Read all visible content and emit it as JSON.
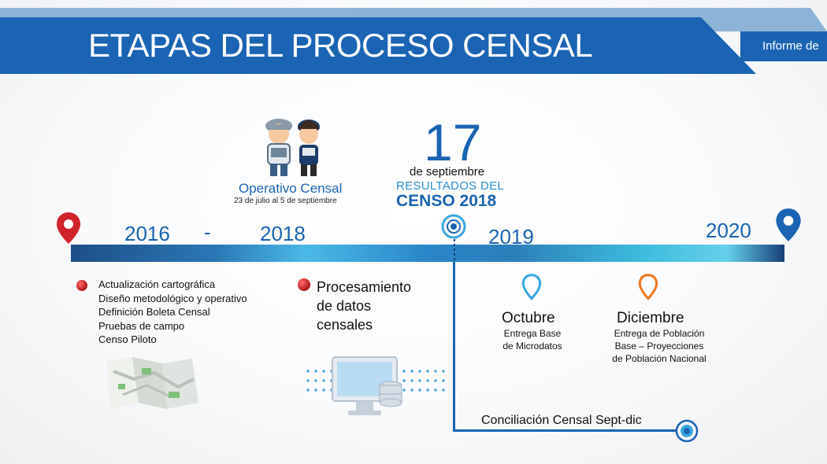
{
  "header": {
    "title": "ETAPAS DEL PROCESO CENSAL",
    "report_label": "Informe de"
  },
  "timeline": {
    "years": [
      "2016",
      "-",
      "2018",
      "2019",
      "2020"
    ]
  },
  "operativo": {
    "title": "Operativo Censal",
    "dates": "23 de julio al 5 de septiembre"
  },
  "census_day": {
    "day": "17",
    "month": "de septiembre",
    "results_line1": "RESULTADOS DEL",
    "results_line2": "CENSO 2018"
  },
  "stage1": {
    "items": [
      "Actualización cartográfica",
      "Diseño metodológico y operativo",
      "Definición Boleta Censal",
      "Pruebas de campo",
      "Censo Piloto"
    ]
  },
  "stage2": {
    "lines": [
      "Procesamiento",
      "de datos",
      "censales"
    ]
  },
  "october": {
    "title": "Octubre",
    "lines": [
      "Entrega Base",
      "de Microdatos"
    ]
  },
  "december": {
    "title": "Diciembre",
    "lines": [
      "Entrega de Población",
      "Base – Proyecciones",
      "de Población Nacional"
    ]
  },
  "conciliation": {
    "label": "Conciliación Censal Sept-dic"
  },
  "colors": {
    "brand_blue": "#1a64b3",
    "pin_red": "#d0232a",
    "pin_orange": "#ee7a22",
    "pin_light_blue": "#3aa7df"
  }
}
